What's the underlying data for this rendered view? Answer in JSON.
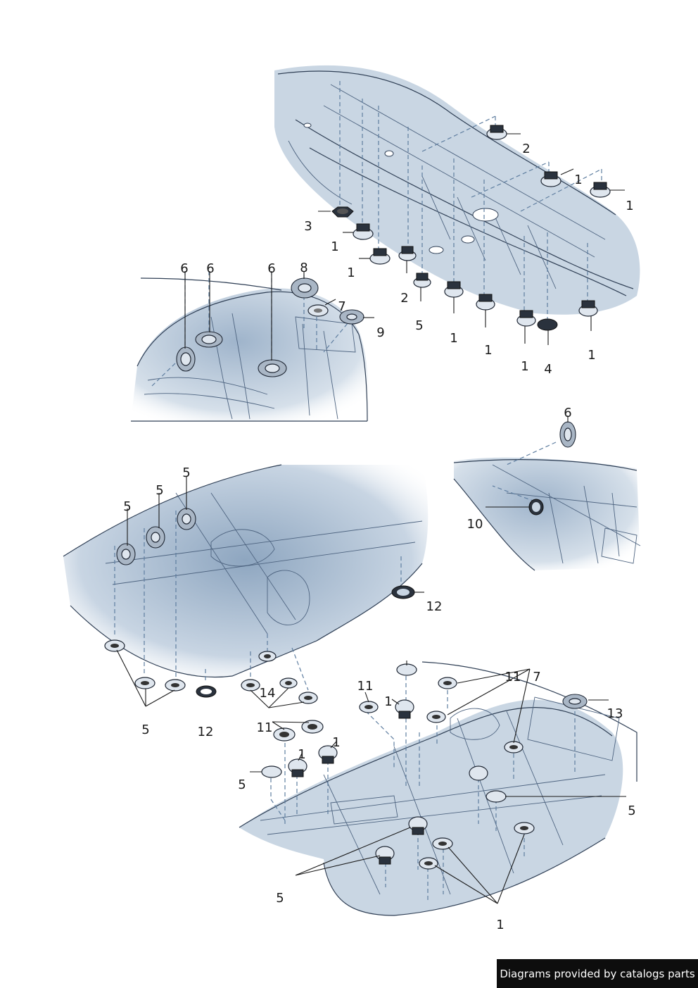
{
  "callouts": [
    "2",
    "1",
    "1",
    "3",
    "1",
    "1",
    "2",
    "5",
    "1",
    "1",
    "1",
    "4",
    "1",
    "6",
    "6",
    "6",
    "8",
    "7",
    "9",
    "6",
    "10",
    "5",
    "5",
    "5",
    "12",
    "5",
    "12",
    "14",
    "7",
    "5",
    "11",
    "1",
    "13",
    "11",
    "1",
    "1",
    "5",
    "5",
    "1",
    "11"
  ],
  "credit": "Diagrams provided by catalogs parts"
}
